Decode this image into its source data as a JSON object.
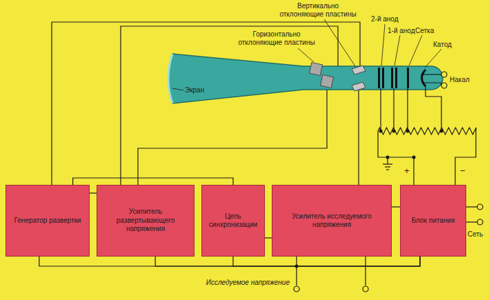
{
  "diagram": {
    "nodes": [
      {
        "text": [
          "Генератор развертки"
        ]
      },
      {
        "text": [
          "Усилитель развертывающего напряжения"
        ]
      },
      {
        "text": [
          "Цепь синхронизации"
        ]
      },
      {
        "text": [
          "Усилитель исследуемого напряжения"
        ]
      },
      {
        "text": [
          "Блок питания"
        ]
      }
    ],
    "edges": [
      {
        "from": 0,
        "to": 1,
        "arrow": "none"
      },
      {
        "from": 2,
        "to": 0,
        "arrow": "none"
      },
      {
        "from": 3,
        "to": 2,
        "arrow": "none"
      },
      {
        "from": 4,
        "to": 3,
        "arrow": "none"
      },
      {
        "from": 4,
        "to": 0,
        "arrow": "none"
      },
      {
        "from": 4,
        "to": 1,
        "arrow": "none"
      },
      {
        "from": 4,
        "to": 2,
        "arrow": "none"
      }
    ],
    "labels": [
      "Вертикально отклоняющие пластины",
      "Горизонтально отклоняющие пластины",
      "2-й анод",
      "1-й анод",
      "Сетка",
      "Катод",
      "Накал",
      "Экран",
      "+",
      "−",
      "Сеть",
      "Исследуемое напряжение"
    ]
  }
}
